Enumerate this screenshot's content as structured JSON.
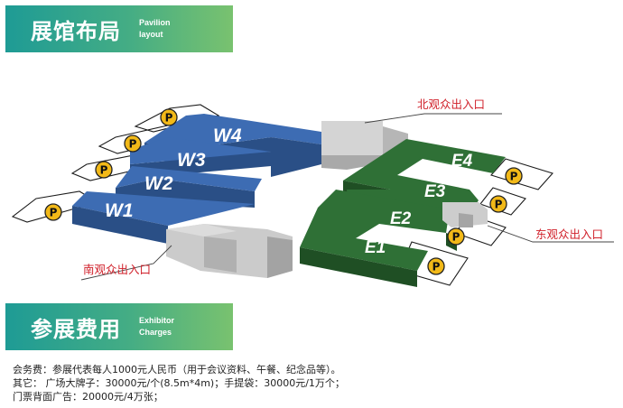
{
  "section_layout": {
    "title_cn": "展馆布局",
    "title_en_line1": "Pavilion",
    "title_en_line2": "layout"
  },
  "section_charges": {
    "title_cn": "参展费用",
    "title_en_line1": "Exhibitor",
    "title_en_line2": "Charges"
  },
  "map": {
    "halls_west": [
      "W4",
      "W3",
      "W2",
      "W1"
    ],
    "halls_east": [
      "E4",
      "E3",
      "E2",
      "E1"
    ],
    "parking_symbol": "P",
    "entrance_north": "北观众出入口",
    "entrance_east": "东观众出入口",
    "entrance_south": "南观众出入口",
    "colors": {
      "west_hall": "#3d6cb3",
      "east_hall": "#2d6b33",
      "entrance_block": "#c8c8c8",
      "parking": "#f2b918",
      "label_red": "#d0202a"
    }
  },
  "charges": {
    "line1": "会务费：参展代表每人1000元人民币（用于会议资料、午餐、纪念品等）。",
    "line2": "其它：  广场大牌子：30000元/个(8.5m*4m)；手提袋：30000元/1万个；",
    "line3": "门票背面广告：20000元/4万张；"
  }
}
